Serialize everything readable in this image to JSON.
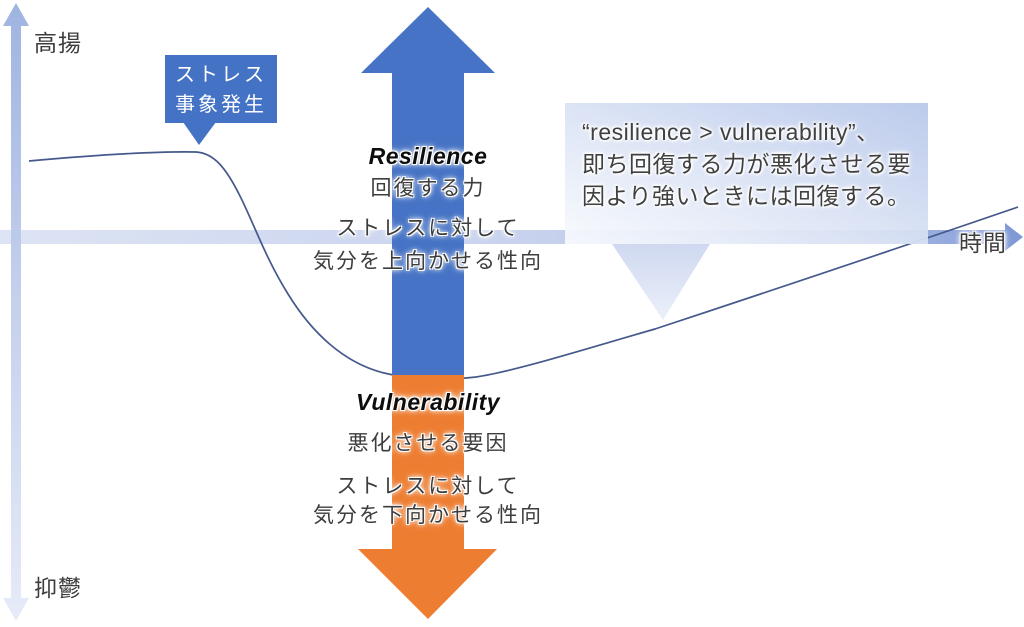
{
  "diagram": {
    "axes": {
      "y_top_label": "高揚",
      "y_bottom_label": "抑鬱",
      "x_label": "時間"
    },
    "stress_callout": {
      "line1": "ストレス",
      "line2": "事象発生"
    },
    "resilience": {
      "title": "Resilience",
      "label": "回復する力",
      "desc_line1": "ストレスに対して",
      "desc_line2": "気分を上向かせる性向"
    },
    "vulnerability": {
      "title": "Vulnerability",
      "label": "悪化させる要因",
      "desc_line1": "ストレスに対して",
      "desc_line2": "気分を下向かせる性向"
    },
    "note_callout": {
      "line1": "“resilience > vulnerability”、",
      "line2": "即ち回復する力が悪化させる要",
      "line3": "因より強いときには回復する。"
    },
    "colors": {
      "resilience_blue": "#4673C5",
      "vulnerability_orange": "#ED7D31",
      "stress_callout_blue": "#4472C4",
      "axis_blue_light": "#C6D1ED",
      "axis_blue_deep": "#8BA1D9",
      "note_bubble_blue": "#BCCBEB",
      "curve_navy": "#46598C",
      "text_dark": "#3D3D3D"
    }
  }
}
